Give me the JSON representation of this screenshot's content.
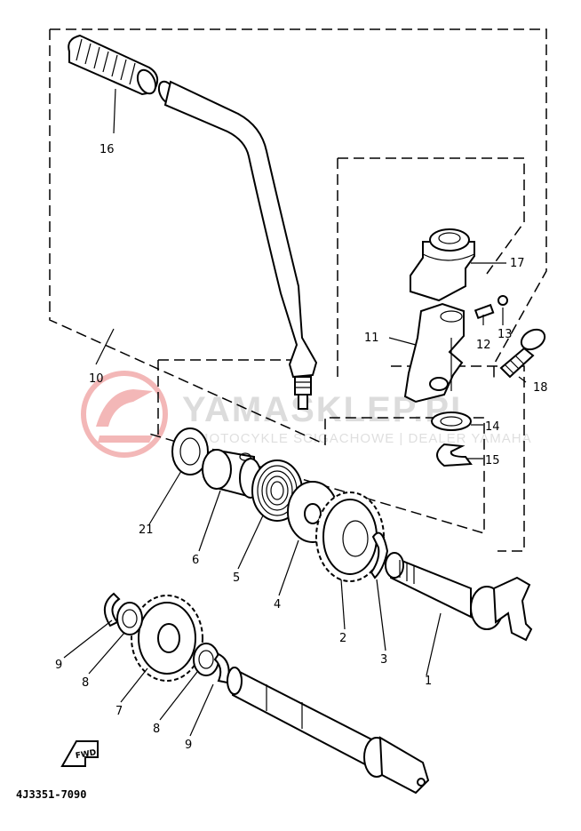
{
  "callouts": [
    {
      "id": "c1",
      "label": "1"
    },
    {
      "id": "c2",
      "label": "2"
    },
    {
      "id": "c3",
      "label": "3"
    },
    {
      "id": "c4",
      "label": "4"
    },
    {
      "id": "c5",
      "label": "5"
    },
    {
      "id": "c6",
      "label": "6"
    },
    {
      "id": "c7",
      "label": "7"
    },
    {
      "id": "c8a",
      "label": "8"
    },
    {
      "id": "c8b",
      "label": "8"
    },
    {
      "id": "c9a",
      "label": "9"
    },
    {
      "id": "c9b",
      "label": "9"
    },
    {
      "id": "c10",
      "label": "10"
    },
    {
      "id": "c11",
      "label": "11"
    },
    {
      "id": "c12",
      "label": "12"
    },
    {
      "id": "c13",
      "label": "13"
    },
    {
      "id": "c14",
      "label": "14"
    },
    {
      "id": "c15",
      "label": "15"
    },
    {
      "id": "c16",
      "label": "16"
    },
    {
      "id": "c17",
      "label": "17"
    },
    {
      "id": "c18",
      "label": "18"
    }
  ],
  "diagram_code": "4J3351-7090",
  "fwd_label": "FWD",
  "watermark": {
    "title": "YAMASKLEP.PL",
    "subtitle": "MOTOCYKLE ŚCIGACHOWE | DEALER YAMAHA"
  },
  "colors": {
    "line": "#000000",
    "background": "#ffffff",
    "watermark_logo": "#f0a0a0"
  }
}
